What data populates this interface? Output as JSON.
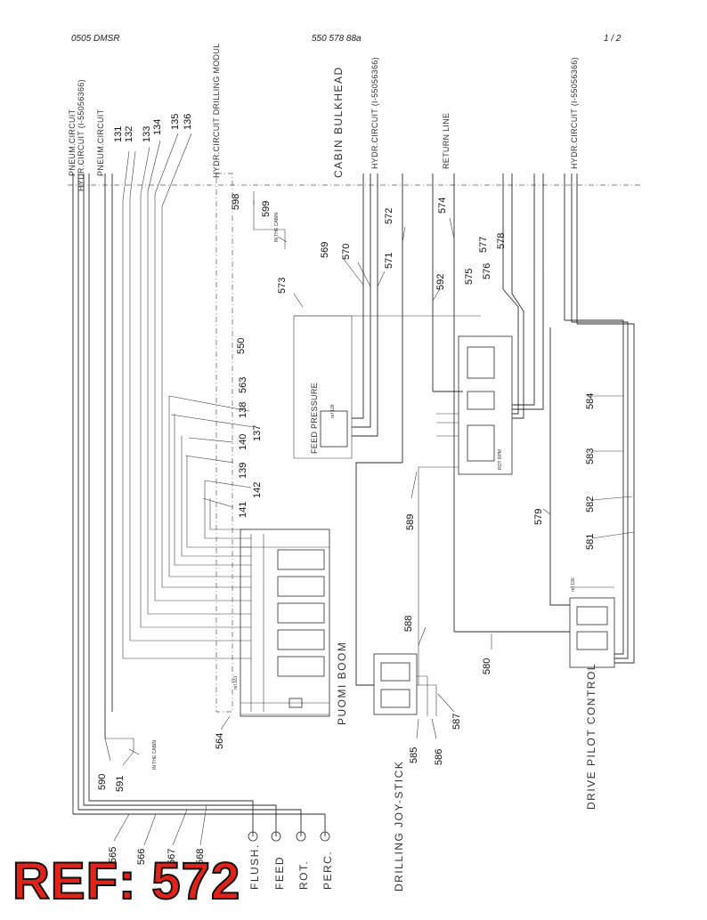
{
  "header": {
    "left": "0505 DMSR",
    "center": "550 578 88a",
    "right": "1 /  2"
  },
  "labels": {
    "pneum_circuit_1": "PNEUM.CIRCUIT",
    "hydr_circuit_1": "HYDR.CIRCUIT (I-55056366)",
    "pneum_circuit_2": "PNEUM.CIRCUIT",
    "hydr_drilling_module": "HYDR.CIRCUIT DRILLING MODUL",
    "cabin_bulkhead": "CABIN BULKHEAD",
    "hydr_circuit_2": "HYDR.CIRCUIT (I-55056366)",
    "return_line": "RETURN LINE",
    "hydr_circuit_3": "HYDR.CIRCUIT (I-55056366)",
    "feed_pressure": "FEED PRESSURE",
    "puomi_boom": "PUOMI  BOOM",
    "drilling_joystick": "DRILLING JOY-STICK",
    "drive_pilot_control": "DRIVE PILOT CONTROL",
    "flush": "FLUSH.",
    "feed": "FEED",
    "rot": "ROT.",
    "perc": "PERC.",
    "rot_rpm": "ROT RPM",
    "in_the_cabin": "IN THE CABIN",
    "in_the_cabin_2": "IN THE CABIN",
    "valve_ref_1": "ref 128",
    "valve_ref_2": "ref 161",
    "valve_ref_3": "ref 130"
  },
  "callouts": [
    {
      "id": "c131",
      "text": "131"
    },
    {
      "id": "c132",
      "text": "132"
    },
    {
      "id": "c133",
      "text": "133"
    },
    {
      "id": "c134",
      "text": "134"
    },
    {
      "id": "c135",
      "text": "135"
    },
    {
      "id": "c136",
      "text": "136"
    },
    {
      "id": "c598",
      "text": "598"
    },
    {
      "id": "c599",
      "text": "599"
    },
    {
      "id": "c569",
      "text": "569"
    },
    {
      "id": "c570",
      "text": "570"
    },
    {
      "id": "c571",
      "text": "571"
    },
    {
      "id": "c572",
      "text": "572"
    },
    {
      "id": "c574",
      "text": "574"
    },
    {
      "id": "c573",
      "text": "573"
    },
    {
      "id": "c592",
      "text": "592"
    },
    {
      "id": "c575",
      "text": "575"
    },
    {
      "id": "c576",
      "text": "576"
    },
    {
      "id": "c577",
      "text": "577"
    },
    {
      "id": "c578",
      "text": "578"
    },
    {
      "id": "c550",
      "text": "550"
    },
    {
      "id": "c563",
      "text": "563"
    },
    {
      "id": "c138",
      "text": "138"
    },
    {
      "id": "c137",
      "text": "137"
    },
    {
      "id": "c140",
      "text": "140"
    },
    {
      "id": "c139",
      "text": "139"
    },
    {
      "id": "c142",
      "text": "142"
    },
    {
      "id": "c141",
      "text": "141"
    },
    {
      "id": "c584",
      "text": "584"
    },
    {
      "id": "c583",
      "text": "583"
    },
    {
      "id": "c582",
      "text": "582"
    },
    {
      "id": "c581",
      "text": "581"
    },
    {
      "id": "c579",
      "text": "579"
    },
    {
      "id": "c589",
      "text": "589"
    },
    {
      "id": "c588",
      "text": "588"
    },
    {
      "id": "c580",
      "text": "580"
    },
    {
      "id": "c587",
      "text": "587"
    },
    {
      "id": "c586",
      "text": "586"
    },
    {
      "id": "c585",
      "text": "585"
    },
    {
      "id": "c564",
      "text": "564"
    },
    {
      "id": "c590",
      "text": "590"
    },
    {
      "id": "c591",
      "text": "591"
    },
    {
      "id": "c565",
      "text": "565"
    },
    {
      "id": "c566",
      "text": "566"
    },
    {
      "id": "c567",
      "text": "567"
    },
    {
      "id": "c568",
      "text": "568"
    }
  ],
  "ref_stamp": "REF: 572",
  "colors": {
    "ref_fill": "#e2231a",
    "ref_outline": "#111111",
    "line": "#2a2a2a"
  }
}
